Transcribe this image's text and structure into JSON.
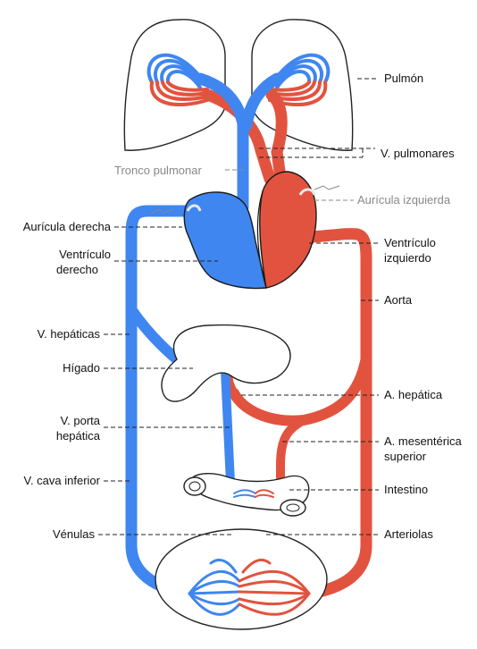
{
  "colors": {
    "venous": "#3f86f0",
    "arterial": "#e2533f",
    "outline": "#222222",
    "label_gray": "#888888"
  },
  "labels": {
    "pulmon": "Pulmón",
    "v_pulmonares": "V. pulmonares",
    "tronco_pulmonar": "Tronco pulmonar",
    "auricula_izquierda": "Aurícula izquierda",
    "auricula_derecha": "Aurícula derecha",
    "ventriculo_derecho_1": "Ventrículo",
    "ventriculo_derecho_2": "derecho",
    "ventriculo_izquierdo_1": "Ventrículo",
    "ventriculo_izquierdo_2": "izquierdo",
    "aorta": "Aorta",
    "v_hepaticas": "V. hepáticas",
    "higado": "Hígado",
    "a_hepatica": "A. hepática",
    "v_porta_1": "V. porta",
    "v_porta_2": "hepática",
    "a_mesenterica_1": "A. mesentérica",
    "a_mesenterica_2": "superior",
    "v_cava_inferior": "V. cava inferior",
    "intestino": "Intestino",
    "venulas": "Vénulas",
    "arteriolas": "Arteriolas"
  }
}
